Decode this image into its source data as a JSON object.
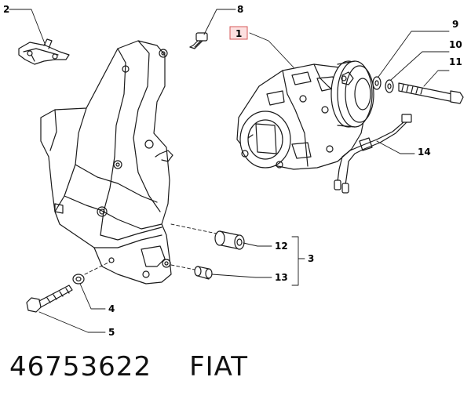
{
  "callouts": {
    "c1": "1",
    "c2": "2",
    "c3": "3",
    "c4": "4",
    "c5": "5",
    "c8": "8",
    "c9": "9",
    "c10": "10",
    "c11": "11",
    "c12": "12",
    "c13": "13",
    "c14": "14"
  },
  "footer": {
    "part_number": "46753622",
    "brand": "FIAT"
  },
  "colors": {
    "line": "#1a1a1a",
    "highlight_box_fill": "#fde0e0",
    "highlight_box_stroke": "#d55a5a"
  }
}
